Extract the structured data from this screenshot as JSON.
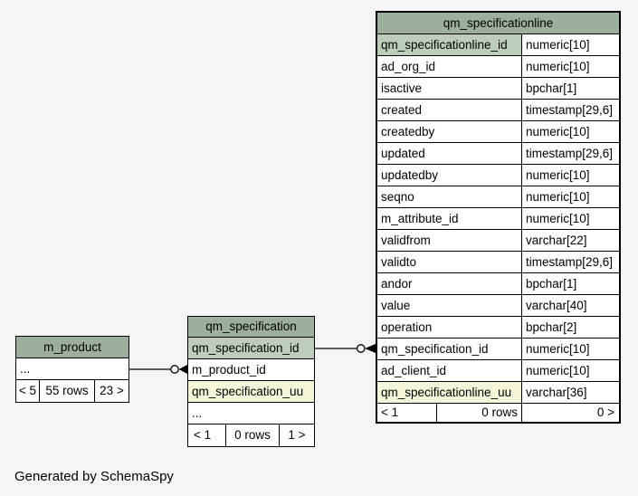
{
  "page": {
    "credit": "Generated by SchemaSpy",
    "background": "#f5f5f5"
  },
  "colors": {
    "table_header_green": "#9cae9c",
    "primary_key_green": "#bccebb",
    "indexed_column_yellow": "#f5f5da",
    "cell_background": "#ffffff",
    "border_and_text": "#000000"
  },
  "tables": [
    {
      "title": "qm_specificationline",
      "columns": [
        {
          "name": "qm_specificationline_id",
          "type": "numeric[10]",
          "highlight": "primary-key"
        },
        {
          "name": "ad_org_id",
          "type": "numeric[10]",
          "highlight": "none"
        },
        {
          "name": "isactive",
          "type": "bpchar[1]",
          "highlight": "none"
        },
        {
          "name": "created",
          "type": "timestamp[29,6]",
          "highlight": "none"
        },
        {
          "name": "createdby",
          "type": "numeric[10]",
          "highlight": "none"
        },
        {
          "name": "updated",
          "type": "timestamp[29,6]",
          "highlight": "none"
        },
        {
          "name": "updatedby",
          "type": "numeric[10]",
          "highlight": "none"
        },
        {
          "name": "seqno",
          "type": "numeric[10]",
          "highlight": "none"
        },
        {
          "name": "m_attribute_id",
          "type": "numeric[10]",
          "highlight": "none"
        },
        {
          "name": "validfrom",
          "type": "varchar[22]",
          "highlight": "none"
        },
        {
          "name": "validto",
          "type": "timestamp[29,6]",
          "highlight": "none"
        },
        {
          "name": "andor",
          "type": "bpchar[1]",
          "highlight": "none"
        },
        {
          "name": "value",
          "type": "varchar[40]",
          "highlight": "none"
        },
        {
          "name": "operation",
          "type": "bpchar[2]",
          "highlight": "none"
        },
        {
          "name": "qm_specification_id",
          "type": "numeric[10]",
          "highlight": "none"
        },
        {
          "name": "ad_client_id",
          "type": "numeric[10]",
          "highlight": "none"
        },
        {
          "name": "qm_specificationline_uu",
          "type": "varchar[36]",
          "highlight": "indexed"
        }
      ],
      "footer": {
        "left": "< 1",
        "middle": "0 rows",
        "right": "0 >"
      }
    },
    {
      "title": "qm_specification",
      "columns": [
        {
          "name": "qm_specification_id",
          "highlight": "primary-key"
        },
        {
          "name": "m_product_id",
          "highlight": "none"
        },
        {
          "name": "qm_specification_uu",
          "highlight": "indexed"
        },
        {
          "name": "...",
          "highlight": "none"
        }
      ],
      "footer": {
        "left": "< 1",
        "middle": "0 rows",
        "right": "1 >"
      }
    },
    {
      "title": "m_product",
      "columns": [
        {
          "name": "...",
          "highlight": "none"
        }
      ],
      "footer": {
        "left": "< 5",
        "middle": "55 rows",
        "right": "23 >"
      }
    }
  ],
  "relationships": [
    {
      "from_table": "m_product",
      "to_table": "qm_specification",
      "to_column": "m_product_id"
    },
    {
      "from_table": "qm_specification",
      "from_column": "qm_specification_id",
      "to_table": "qm_specificationline",
      "to_column": "qm_specification_id"
    }
  ]
}
